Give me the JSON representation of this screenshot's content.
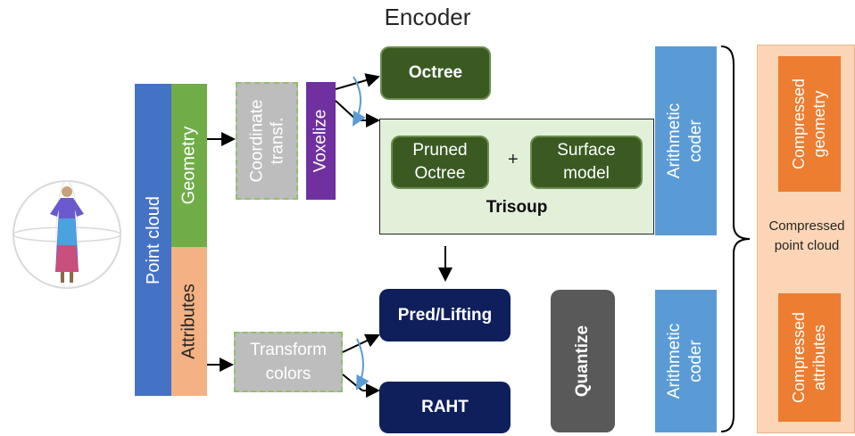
{
  "title": "Encoder",
  "labels": {
    "point_cloud": "Point cloud",
    "geometry": "Geometry",
    "attributes": "Attributes",
    "coordinate_transf": "Coordinate transf.",
    "voxelize": "Voxelize",
    "transform_colors": "Transform colors",
    "octree": "Octree",
    "pruned_octree": "Pruned Octree",
    "plus": "+",
    "surface_model": "Surface model",
    "trisoup": "Trisoup",
    "pred_lifting": "Pred/Lifting",
    "raht": "RAHT",
    "quantize": "Quantize",
    "arithmetic_coder_top": "Arithmetic coder",
    "arithmetic_coder_bottom": "Arithmetic coder",
    "compressed_geometry": "Compressed geometry",
    "compressed_point_cloud": "Compressed point cloud",
    "compressed_attributes": "Compressed attributes"
  },
  "colors": {
    "point_cloud_bg": "#4472c4",
    "geometry_bg": "#70ad47",
    "attributes_bg": "#f4b183",
    "voxelize_bg": "#7030a0",
    "trisoup_bg": "#e2f0d9",
    "arithmetic_bg": "#5b9bd5",
    "compressed_panel_bg": "#fbd5b5",
    "compressed_box_bg": "#ed7d31",
    "quantize_bg": "#595959",
    "navy": "#0f1f5c"
  }
}
